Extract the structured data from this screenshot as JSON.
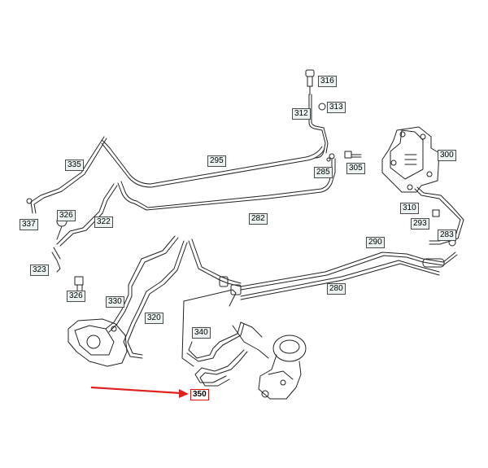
{
  "callouts": {
    "c316": "316",
    "c312": "312",
    "c313": "313",
    "c300": "300",
    "c335": "335",
    "c295": "295",
    "c285": "285",
    "c305": "305",
    "c310": "310",
    "c337": "337",
    "c326a": "326",
    "c322": "322",
    "c282": "282",
    "c293": "293",
    "c283": "283",
    "c290": "290",
    "c323": "323",
    "c326b": "326",
    "c280": "280",
    "c330": "330",
    "c320": "320",
    "c340": "340",
    "c350": "350"
  },
  "highlight": {
    "part": "350",
    "arrow_color": "#e02020"
  }
}
